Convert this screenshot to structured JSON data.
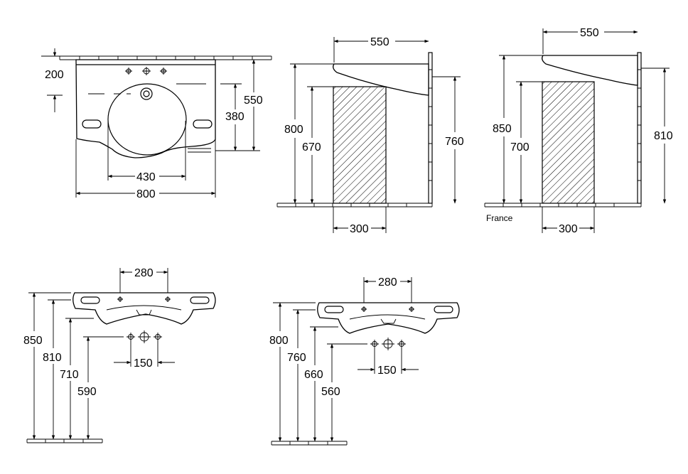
{
  "diagrams": {
    "top_front": {
      "d200": "200",
      "d550": "550",
      "d380": "380",
      "d430": "430",
      "d800": "800"
    },
    "side_std": {
      "d550": "550",
      "d800": "800",
      "d670": "670",
      "d760": "760",
      "d300": "300"
    },
    "side_fr": {
      "d550": "550",
      "d850": "850",
      "d700": "700",
      "d810": "810",
      "d300": "300",
      "label": "France"
    },
    "bottom_left": {
      "d280": "280",
      "d850": "850",
      "d810": "810",
      "d710": "710",
      "d590": "590",
      "d150": "150"
    },
    "bottom_right": {
      "d280": "280",
      "d800": "800",
      "d760": "760",
      "d660": "660",
      "d560": "560",
      "d150": "150"
    }
  },
  "colors": {
    "line": "#000000",
    "background": "#ffffff"
  },
  "icons": [
    "arrow-head-icon",
    "tap-hole-icon",
    "hatch-pattern"
  ]
}
